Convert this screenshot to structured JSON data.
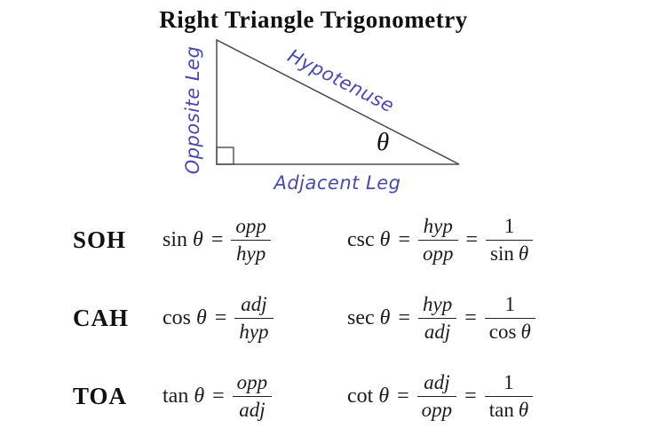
{
  "title": "Right Triangle Trigonometry",
  "figure": {
    "labels": {
      "opposite": "Opposite Leg",
      "hypotenuse": "Hypotenuse",
      "adjacent": "Adjacent Leg",
      "angle": "θ"
    },
    "colors": {
      "label_blue": "#4a4aae",
      "line_gray": "#4d4d4d"
    }
  },
  "symbols": {
    "theta": "θ",
    "equals": "="
  },
  "rows": [
    {
      "mnemonic": "SOH",
      "primary": {
        "func": "sin",
        "num": "opp",
        "den": "hyp"
      },
      "reciprocal": {
        "func": "csc",
        "num": "hyp",
        "den": "opp",
        "unit": "1",
        "inv_func": "sin"
      }
    },
    {
      "mnemonic": "CAH",
      "primary": {
        "func": "cos",
        "num": "adj",
        "den": "hyp"
      },
      "reciprocal": {
        "func": "sec",
        "num": "hyp",
        "den": "adj",
        "unit": "1",
        "inv_func": "cos"
      }
    },
    {
      "mnemonic": "TOA",
      "primary": {
        "func": "tan",
        "num": "opp",
        "den": "adj"
      },
      "reciprocal": {
        "func": "cot",
        "num": "adj",
        "den": "opp",
        "unit": "1",
        "inv_func": "tan"
      }
    }
  ]
}
